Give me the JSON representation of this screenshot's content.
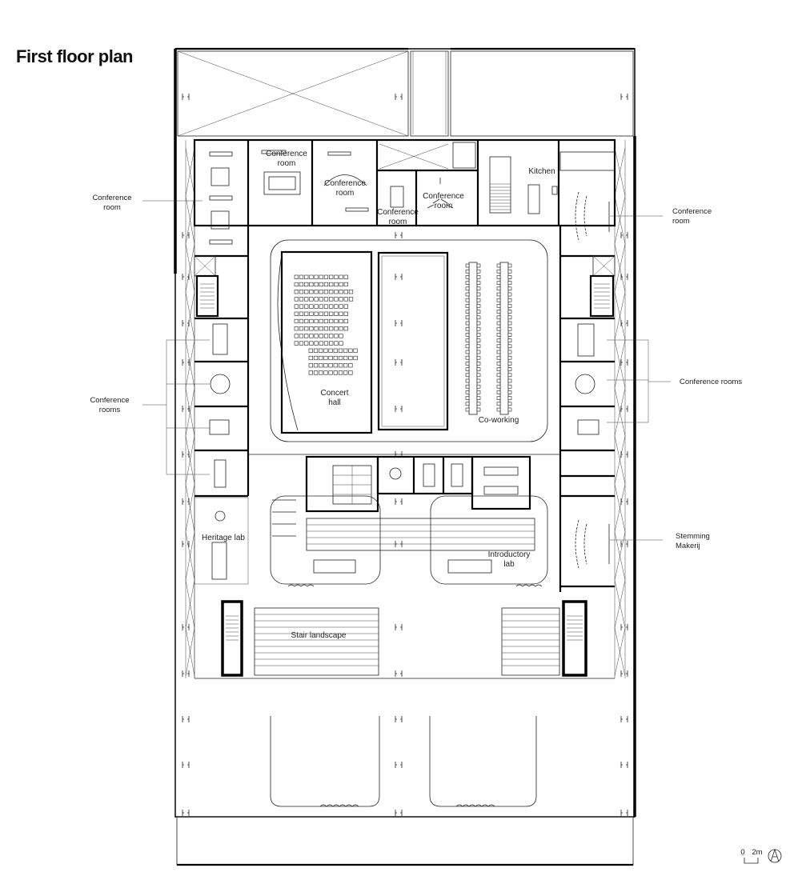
{
  "title": "First floor plan",
  "rooms": {
    "conference_room_top_1": [
      "Conference",
      "room"
    ],
    "conference_room_top_2": [
      "Conference",
      "room"
    ],
    "conference_room_top_3": [
      "Conference",
      "room"
    ],
    "conference_room_top_4": [
      "Conference",
      "room"
    ],
    "kitchen": "Kitchen",
    "concert_hall": [
      "Concert",
      "hall"
    ],
    "co_working": "Co-working",
    "heritage_lab": "Heritage lab",
    "introductory_lab": [
      "Introductory",
      "lab"
    ],
    "stair_landscape": "Stair landscape"
  },
  "callouts": {
    "left_conference_room": [
      "Conference",
      "room"
    ],
    "left_conference_rooms": [
      "Conference",
      "rooms"
    ],
    "right_conference_room": [
      "Conference",
      "room"
    ],
    "right_conference_rooms": "Conference rooms",
    "right_stemming_makerij": [
      "Stemming",
      "Makerij"
    ]
  },
  "scale_bar": {
    "zero": "0",
    "max": "2m"
  },
  "icons": [
    "north-arrow-icon",
    "scale-bar-icon"
  ]
}
